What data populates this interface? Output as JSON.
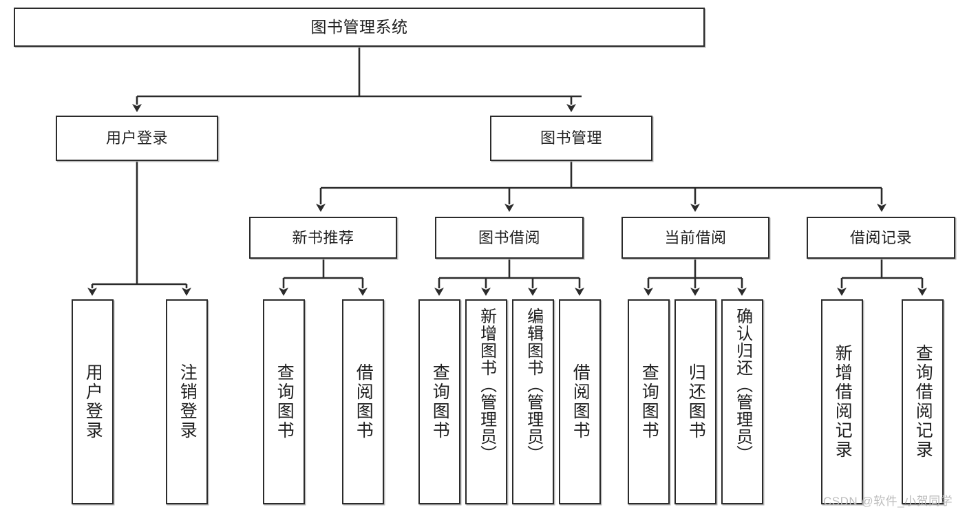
{
  "diagram": {
    "title_node": {
      "label": "图书管理系统"
    },
    "level2": [
      {
        "id": "login",
        "label": "用户登录"
      },
      {
        "id": "bookmgmt",
        "label": "图书管理"
      }
    ],
    "level3": [
      {
        "id": "newbook",
        "label": "新书推荐"
      },
      {
        "id": "borrow",
        "label": "图书借阅"
      },
      {
        "id": "current",
        "label": "当前借阅"
      },
      {
        "id": "record",
        "label": "借阅记录"
      }
    ],
    "leaves": {
      "login": [
        {
          "label": "用户登录"
        },
        {
          "label": "注销登录"
        }
      ],
      "newbook": [
        {
          "label": "查询图书"
        },
        {
          "label": "借阅图书"
        }
      ],
      "borrow": [
        {
          "label": "查询图书"
        },
        {
          "label": "新增图书（管理员）"
        },
        {
          "label": "编辑图书（管理员）"
        },
        {
          "label": "借阅图书"
        }
      ],
      "current": [
        {
          "label": "查询图书"
        },
        {
          "label": "归还图书"
        },
        {
          "label": "确认归还（管理员）"
        }
      ],
      "record": [
        {
          "label": "新增借阅记录"
        },
        {
          "label": "查询借阅记录"
        }
      ]
    }
  },
  "watermark": {
    "text": "CSDN @软件_小贺同学"
  },
  "colors": {
    "box_border": "#2b2b2b",
    "box_fill": "#ffffff",
    "connector": "#2b2b2b",
    "text": "#1f1f1f",
    "watermark": "#bdbdbd"
  }
}
